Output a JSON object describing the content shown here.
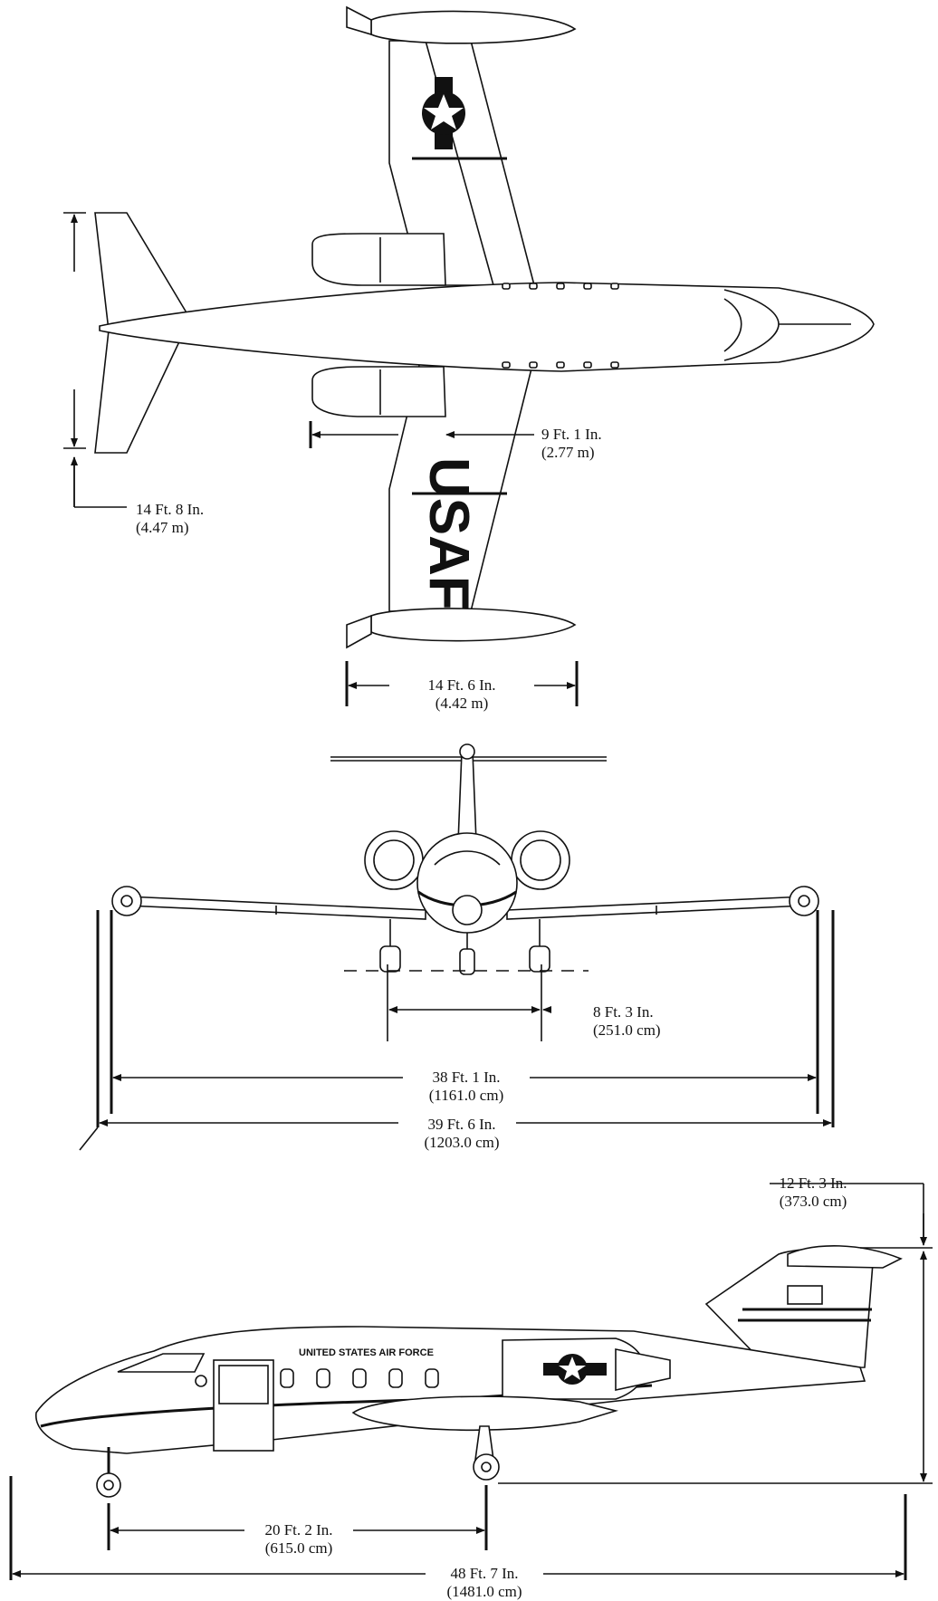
{
  "top_view": {
    "tail_span": {
      "ft": "14 Ft. 8 In.",
      "metric": "(4.47 m)"
    },
    "engine_offset": {
      "ft": "9 Ft. 1 In.",
      "metric": "(2.77 m)"
    },
    "tip_tank": {
      "ft": "14 Ft. 6 In.",
      "metric": "(4.42 m)"
    },
    "wing_marking": "USAF"
  },
  "front_view": {
    "gear_track": {
      "ft": "8 Ft. 3 In.",
      "metric": "(251.0 cm)"
    },
    "span_inner": {
      "ft": "38 Ft. 1 In.",
      "metric": "(1161.0 cm)"
    },
    "span_outer": {
      "ft": "39 Ft. 6 In.",
      "metric": "(1203.0 cm)"
    }
  },
  "side_view": {
    "height": {
      "ft": "12 Ft. 3 In.",
      "metric": "(373.0 cm)"
    },
    "wheelbase": {
      "ft": "20 Ft. 2 In.",
      "metric": "(615.0 cm)"
    },
    "length": {
      "ft": "48 Ft. 7 In.",
      "metric": "(1481.0 cm)"
    },
    "fuselage_marking": "UNITED STATES AIR FORCE"
  }
}
